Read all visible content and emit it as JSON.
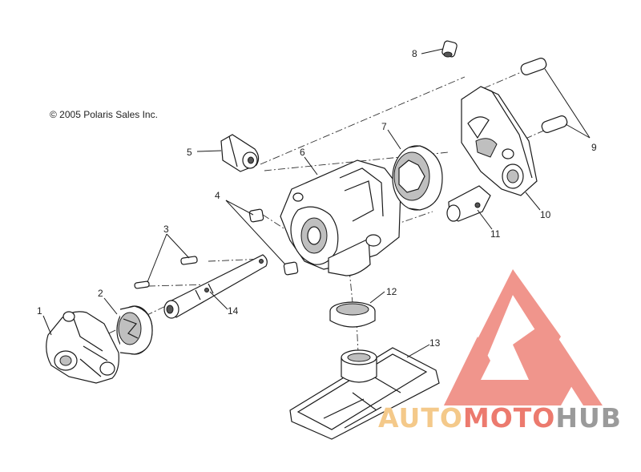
{
  "copyright": "© 2005 Polaris Sales Inc.",
  "callouts": [
    {
      "id": "1",
      "label": "1"
    },
    {
      "id": "2",
      "label": "2"
    },
    {
      "id": "3",
      "label": "3"
    },
    {
      "id": "4",
      "label": "4"
    },
    {
      "id": "5",
      "label": "5"
    },
    {
      "id": "6",
      "label": "6"
    },
    {
      "id": "7",
      "label": "7"
    },
    {
      "id": "8",
      "label": "8"
    },
    {
      "id": "9",
      "label": "9"
    },
    {
      "id": "10",
      "label": "10"
    },
    {
      "id": "11",
      "label": "11"
    },
    {
      "id": "12",
      "label": "12"
    },
    {
      "id": "13",
      "label": "13"
    },
    {
      "id": "14",
      "label": "14"
    }
  ],
  "watermark": {
    "part1": "AUTO",
    "part2": "MOTO",
    "part3": "HUB",
    "colors": {
      "part1": "#f4c98a",
      "part2": "#ec7a6e",
      "part3": "#9a9a9a",
      "logo": "#ef8a80"
    }
  }
}
